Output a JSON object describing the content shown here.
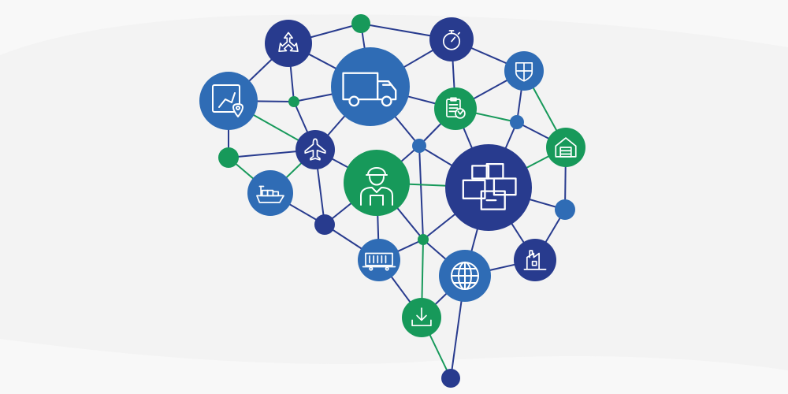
{
  "colors": {
    "background": "#f3f3f3",
    "navy": "#283b8e",
    "blue": "#2f6cb5",
    "green": "#17995a",
    "icon_stroke": "#ffffff"
  },
  "nodes": [
    {
      "icon": "navigation-arrows-icon",
      "color": "navy"
    },
    {
      "icon": "",
      "color": "green"
    },
    {
      "icon": "stopwatch-icon",
      "color": "navy"
    },
    {
      "icon": "truck-icon",
      "color": "blue"
    },
    {
      "icon": "map-route-pin-icon",
      "color": "blue"
    },
    {
      "icon": "",
      "color": "green"
    },
    {
      "icon": "shield-icon",
      "color": "blue"
    },
    {
      "icon": "clipboard-check-icon",
      "color": "green"
    },
    {
      "icon": "",
      "color": "blue"
    },
    {
      "icon": "airplane-icon",
      "color": "navy"
    },
    {
      "icon": "",
      "color": "green"
    },
    {
      "icon": "",
      "color": "blue"
    },
    {
      "icon": "warehouse-icon",
      "color": "green"
    },
    {
      "icon": "delivery-worker-icon",
      "color": "green"
    },
    {
      "icon": "stacked-boxes-icon",
      "color": "navy"
    },
    {
      "icon": "cargo-ship-icon",
      "color": "blue"
    },
    {
      "icon": "",
      "color": "blue"
    },
    {
      "icon": "",
      "color": "navy"
    },
    {
      "icon": "",
      "color": "green"
    },
    {
      "icon": "freight-rail-car-icon",
      "color": "blue"
    },
    {
      "icon": "globe-icon",
      "color": "blue"
    },
    {
      "icon": "factory-icon",
      "color": "navy"
    },
    {
      "icon": "download-tray-icon",
      "color": "green"
    },
    {
      "icon": "",
      "color": "navy"
    }
  ]
}
